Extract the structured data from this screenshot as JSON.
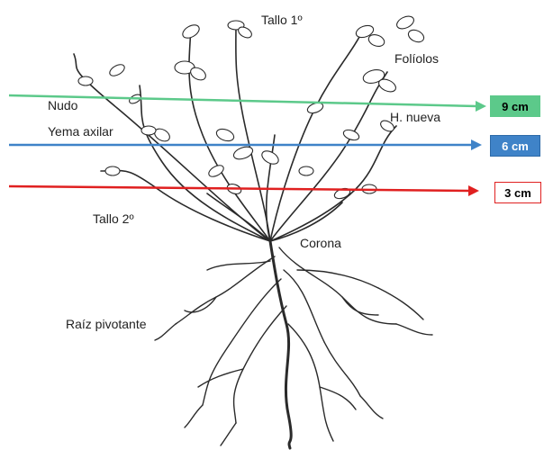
{
  "labels": {
    "tallo1": "Tallo 1º",
    "foliolos": "Folíolos",
    "nudo": "Nudo",
    "yema_axilar": "Yema axilar",
    "h_nueva": "H. nueva",
    "tallo2": "Tallo 2º",
    "corona": "Corona",
    "raiz": "Raíz pivotante"
  },
  "heights": [
    {
      "label": "9 cm",
      "color": "#5cc98a",
      "text_color": "#000000"
    },
    {
      "label": "6 cm",
      "color": "#3f83c8",
      "text_color": "#ffffff"
    },
    {
      "label": "3 cm",
      "color": "#e02020",
      "text_color": "#000000"
    }
  ],
  "colors": {
    "drawing": "#2a2a2a",
    "background": "#ffffff"
  }
}
